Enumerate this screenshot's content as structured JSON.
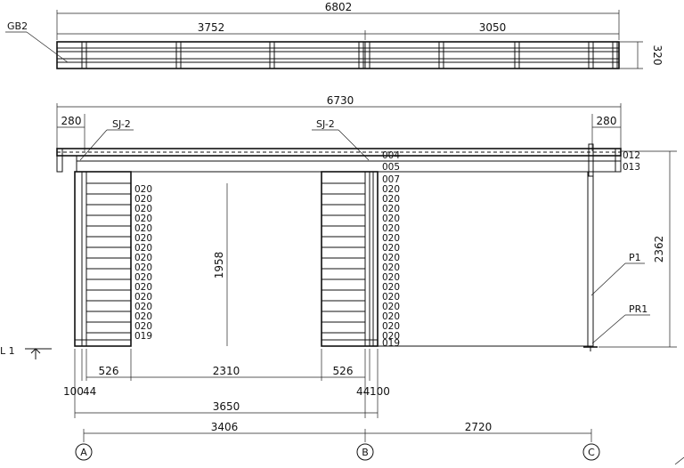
{
  "plan": {
    "total_width": "6802",
    "left_width": "3752",
    "right_width": "3050",
    "depth": "320",
    "label": "GB2"
  },
  "elevation": {
    "total_width": "6730",
    "left_overhang": "280",
    "right_overhang": "280",
    "sj_left": "SJ-2",
    "sj_right": "SJ-2",
    "height": "2362",
    "door_height": "1958",
    "wall_codes": [
      "020",
      "020",
      "020",
      "020",
      "020",
      "020",
      "020",
      "020",
      "020",
      "020",
      "020",
      "020",
      "020",
      "020",
      "020",
      "019"
    ],
    "right_codes": [
      "004",
      "005",
      "007",
      "020",
      "020",
      "020",
      "020",
      "020",
      "020",
      "020",
      "020",
      "020",
      "020",
      "020",
      "020",
      "020",
      "020",
      "020",
      "020",
      "019"
    ],
    "beam_codes": [
      "012",
      "013"
    ],
    "post_label": "P1",
    "post_base_label": "PR1",
    "section_label": "L 1"
  },
  "dims": {
    "d526_left": "526",
    "d2310": "2310",
    "d526_right": "526",
    "d1": "100",
    "d2": "44",
    "d3": "44",
    "d4": "100",
    "d3650": "3650",
    "d3406": "3406",
    "d2720": "2720"
  },
  "axes": [
    "A",
    "B",
    "C"
  ]
}
